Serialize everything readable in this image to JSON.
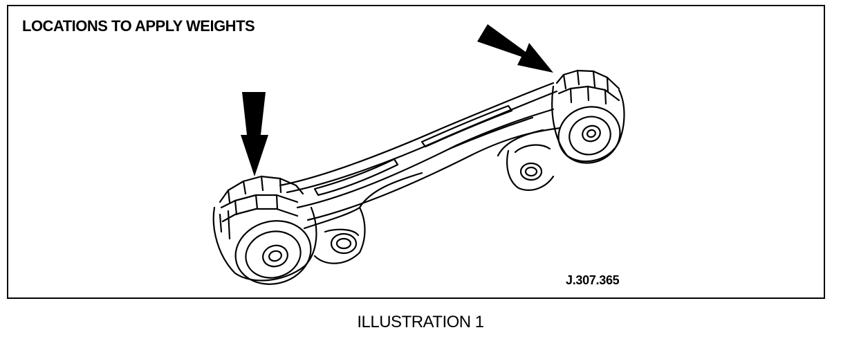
{
  "figure": {
    "title": "LOCATIONS TO APPLY WEIGHTS",
    "reference_code": "J.307.365",
    "caption": "ILLUSTRATION 1"
  }
}
